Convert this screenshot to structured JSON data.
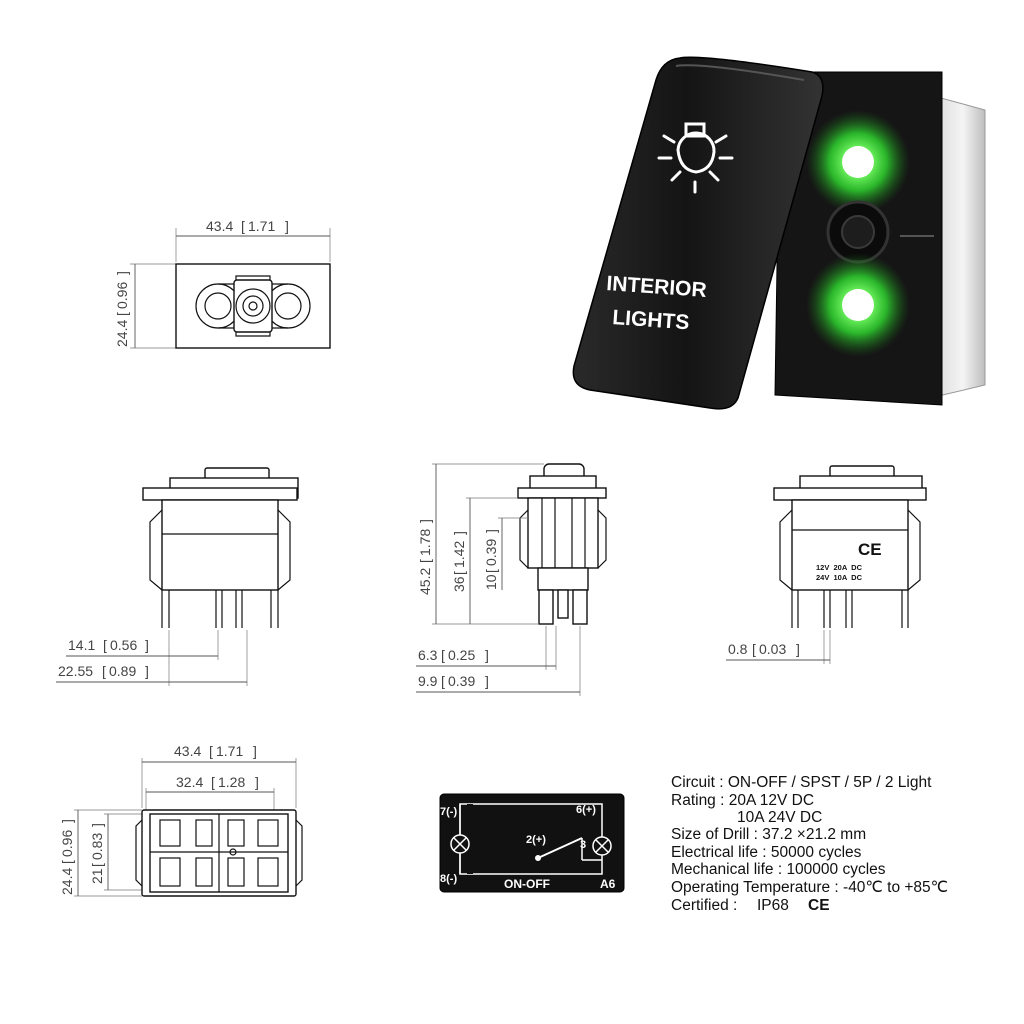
{
  "dimensions": {
    "top_view": {
      "width": "43.4",
      "width_in": "1.71",
      "height": "24.4",
      "height_in": "0.96"
    },
    "front_view": {
      "pin_offset": "14.1",
      "pin_offset_in": "0.56",
      "pin_span": "22.55",
      "pin_span_in": "0.89"
    },
    "side_view": {
      "total_height": "45.2",
      "total_height_in": "1.78",
      "body_height": "36",
      "body_height_in": "1.42",
      "terminal_length": "10",
      "terminal_length_in": "0.39",
      "terminal_width": "6.3",
      "terminal_width_in": "0.25",
      "terminal_pitch": "9.9",
      "terminal_pitch_in": "0.39"
    },
    "rear_view": {
      "pin_thickness": "0.8",
      "pin_thickness_in": "0.03"
    },
    "bottom_view": {
      "outer_width": "43.4",
      "outer_width_in": "1.71",
      "inner_width": "32.4",
      "inner_width_in": "1.28",
      "outer_height": "24.4",
      "outer_height_in": "0.96",
      "inner_height": "21",
      "inner_height_in": "0.83"
    }
  },
  "switch": {
    "label_line1": "INTERIOR",
    "label_line2": "LIGHTS",
    "led_color": "#39e639",
    "cap_color": "#1a1a1a"
  },
  "rear_marking": {
    "ce": "CE",
    "row1": "12V  20A  DC",
    "row2": "24V  10A  DC"
  },
  "wiring": {
    "pin7": "7(-)",
    "pin6": "6(+)",
    "pin2": "2(+)",
    "pin3": "3",
    "pin8": "8(-)",
    "mode": "ON-OFF",
    "code": "A6"
  },
  "specs": {
    "circuit": "Circuit : ON-OFF / SPST / 5P / 2 Light",
    "rating1": "Rating : 20A 12V DC",
    "rating2": "10A 24V DC",
    "drill": "Size of Drill : 37.2 ×21.2 mm",
    "electrical": "Electrical life : 50000 cycles",
    "mechanical": "Mechanical life : 100000 cycles",
    "temperature": "Operating Temperature : -40℃ to +85℃",
    "certified_label": "Certified :",
    "cert1": "IP68",
    "cert2": "CE"
  }
}
